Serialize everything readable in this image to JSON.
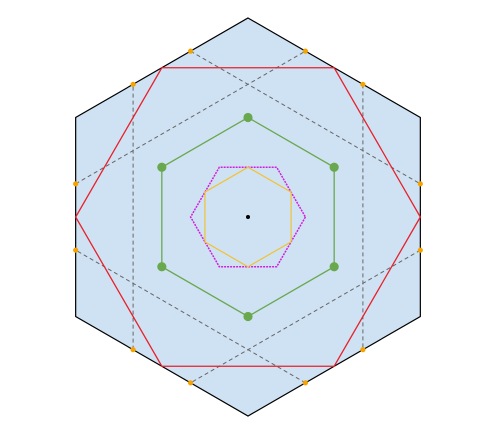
{
  "diagram": {
    "center": [
      0,
      0
    ],
    "outer_hexagon": {
      "circumradius": 200,
      "fill": "#cfe2f3",
      "stroke": "#000000",
      "orientation": "vertex-up"
    },
    "outer_edge_points": {
      "color": "#f5a300",
      "count_per_edge": 2,
      "edge_fractions": [
        0.3333,
        0.6667
      ]
    },
    "dashed_chords": {
      "color": "#666666",
      "style": "dashed"
    },
    "red_hexagon": {
      "color": "#e8212b",
      "orientation": "vertex-side",
      "circumradius": 173.2
    },
    "green_hexagon": {
      "color": "#6aa84f",
      "orientation": "vertex-up",
      "circumradius": 100,
      "vertex_marker_color": "#6aa84f"
    },
    "magenta_hexagon": {
      "color": "#d020d8",
      "orientation": "vertex-side",
      "circumradius": 57.7
    },
    "orange_hexagon": {
      "color": "#f1c232",
      "orientation": "vertex-up",
      "circumradius": 50
    },
    "center_point": {
      "color": "#000000"
    }
  }
}
